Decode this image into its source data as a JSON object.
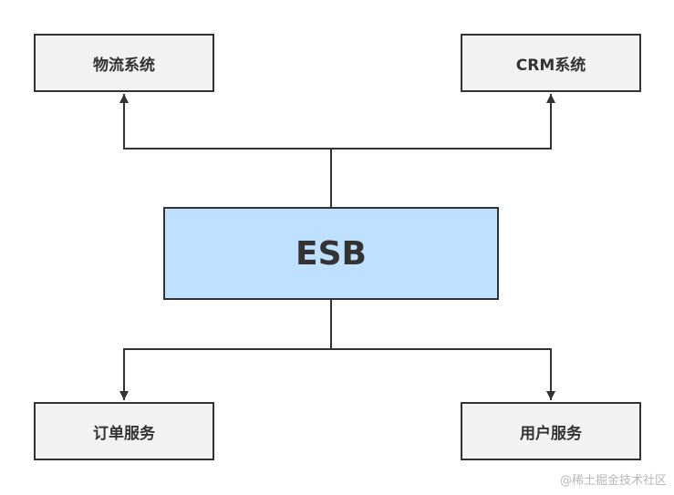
{
  "nodes": {
    "logistics": "物流系统",
    "crm": "CRM系统",
    "esb": "ESB",
    "order": "订单服务",
    "user": "用户服务"
  },
  "watermark": "@稀土掘金技术社区",
  "colors": {
    "esb_fill": "#bfe0ff",
    "node_fill": "#f2f2f2",
    "stroke": "#333333",
    "watermark": "#b8b8b8"
  }
}
